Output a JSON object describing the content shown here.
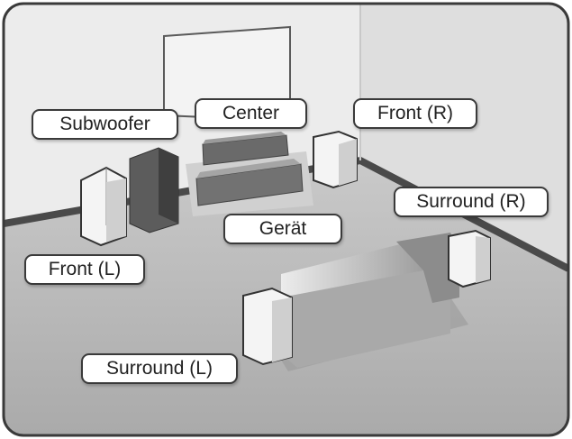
{
  "labels": {
    "subwoofer": "Subwoofer",
    "center": "Center",
    "front_right": "Front (R)",
    "surround_right": "Surround (R)",
    "device": "Gerät",
    "front_left": "Front (L)",
    "surround_left": "Surround (L)"
  },
  "colors": {
    "frame_border": "#3a3a3a",
    "back_wall": "#e9e9e9",
    "side_wall": "#dcdcdc",
    "floor": "#b9b9b9",
    "wall_stripe": "#4a4a4a",
    "speaker_light": "#f2f2f2",
    "speaker_dark": "#555555"
  }
}
